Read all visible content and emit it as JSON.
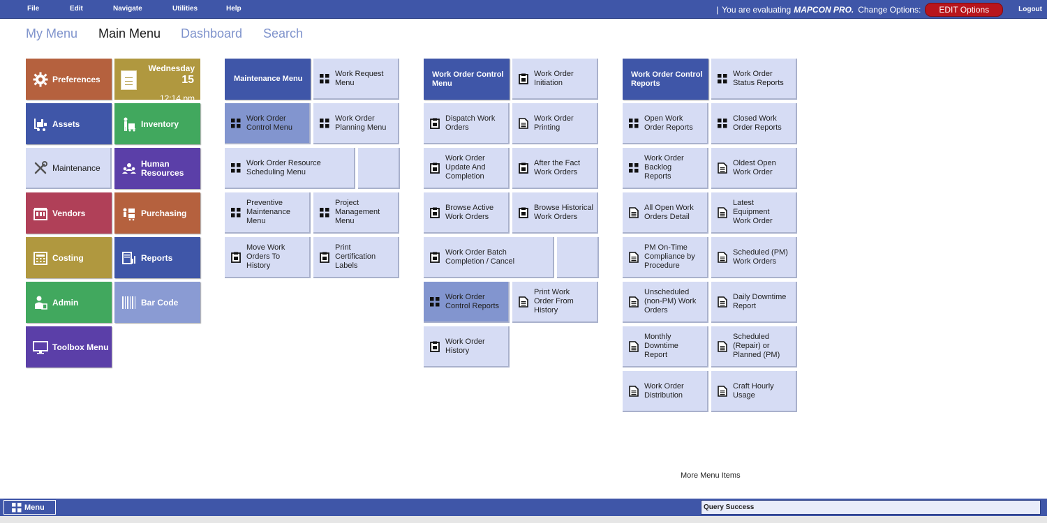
{
  "menubar": {
    "file": "File",
    "edit": "Edit",
    "navigate": "Navigate",
    "utilities": "Utilities",
    "help": "Help",
    "evaluating": "You are evaluating",
    "product": "MAPCON PRO.",
    "change_options": "Change Options:",
    "edit_options": "EDIT Options",
    "logout": "Logout"
  },
  "tabs": {
    "my_menu": "My Menu",
    "main_menu": "Main Menu",
    "dashboard": "Dashboard",
    "search": "Search"
  },
  "categories": {
    "preferences": "Preferences",
    "assets": "Assets",
    "inventory": "Inventory",
    "maintenance": "Maintenance",
    "human_resources": "Human Resources",
    "vendors": "Vendors",
    "purchasing": "Purchasing",
    "costing": "Costing",
    "reports": "Reports",
    "admin": "Admin",
    "bar_code": "Bar Code",
    "toolbox": "Toolbox Menu"
  },
  "date_tile": {
    "day": "Wednesday",
    "date": "15",
    "time": "12:14 pm"
  },
  "maintenance_menu": {
    "header": "Maintenance Menu",
    "work_request": "Work Request Menu",
    "wo_control": "Work Order Control Menu",
    "wo_planning": "Work Order Planning Menu",
    "wo_resource": "Work Order Resource Scheduling Menu",
    "preventive": "Preventive Maintenance Menu",
    "project": "Project Management Menu",
    "move_history": "Move Work Orders To History",
    "print_cert": "Print Certification Labels"
  },
  "wo_control_menu": {
    "header": "Work Order Control Menu",
    "initiation": "Work Order Initiation",
    "dispatch": "Dispatch Work Orders",
    "printing": "Work Order Printing",
    "update": "Work Order Update And Completion",
    "after_fact": "After the Fact Work Orders",
    "browse_active": "Browse Active Work Orders",
    "browse_historical": "Browse Historical Work Orders",
    "batch": "Work Order Batch Completion / Cancel",
    "control_reports": "Work Order Control Reports",
    "print_history": "Print Work Order From History",
    "history": "Work Order History"
  },
  "wo_reports": {
    "header": "Work Order Control Reports",
    "status_reports": "Work Order Status Reports",
    "open_reports": "Open Work Order Reports",
    "closed_reports": "Closed Work Order Reports",
    "backlog": "Work Order Backlog Reports",
    "oldest_open": "Oldest Open Work Order",
    "all_open_detail": "All Open Work Orders Detail",
    "latest_equipment": "Latest Equipment Work Order",
    "pm_ontime": "PM On-Time Compliance by Procedure",
    "scheduled_pm": "Scheduled (PM) Work Orders",
    "unscheduled": "Unscheduled (non-PM) Work Orders",
    "daily_downtime": "Daily Downtime Report",
    "monthly_downtime": "Monthly Downtime Report",
    "scheduled_repair": "Scheduled (Repair) or Planned (PM)",
    "distribution": "Work Order Distribution",
    "craft_hourly": "Craft Hourly Usage"
  },
  "more_items": "More Menu Items",
  "bottom": {
    "menu_label": "Menu",
    "status": "Query Success"
  },
  "colors": {
    "primary_blue": "#3f56a8",
    "light_tile": "#d6dcf4",
    "selected_tile": "#8295cf",
    "edit_red": "#b8151c"
  }
}
